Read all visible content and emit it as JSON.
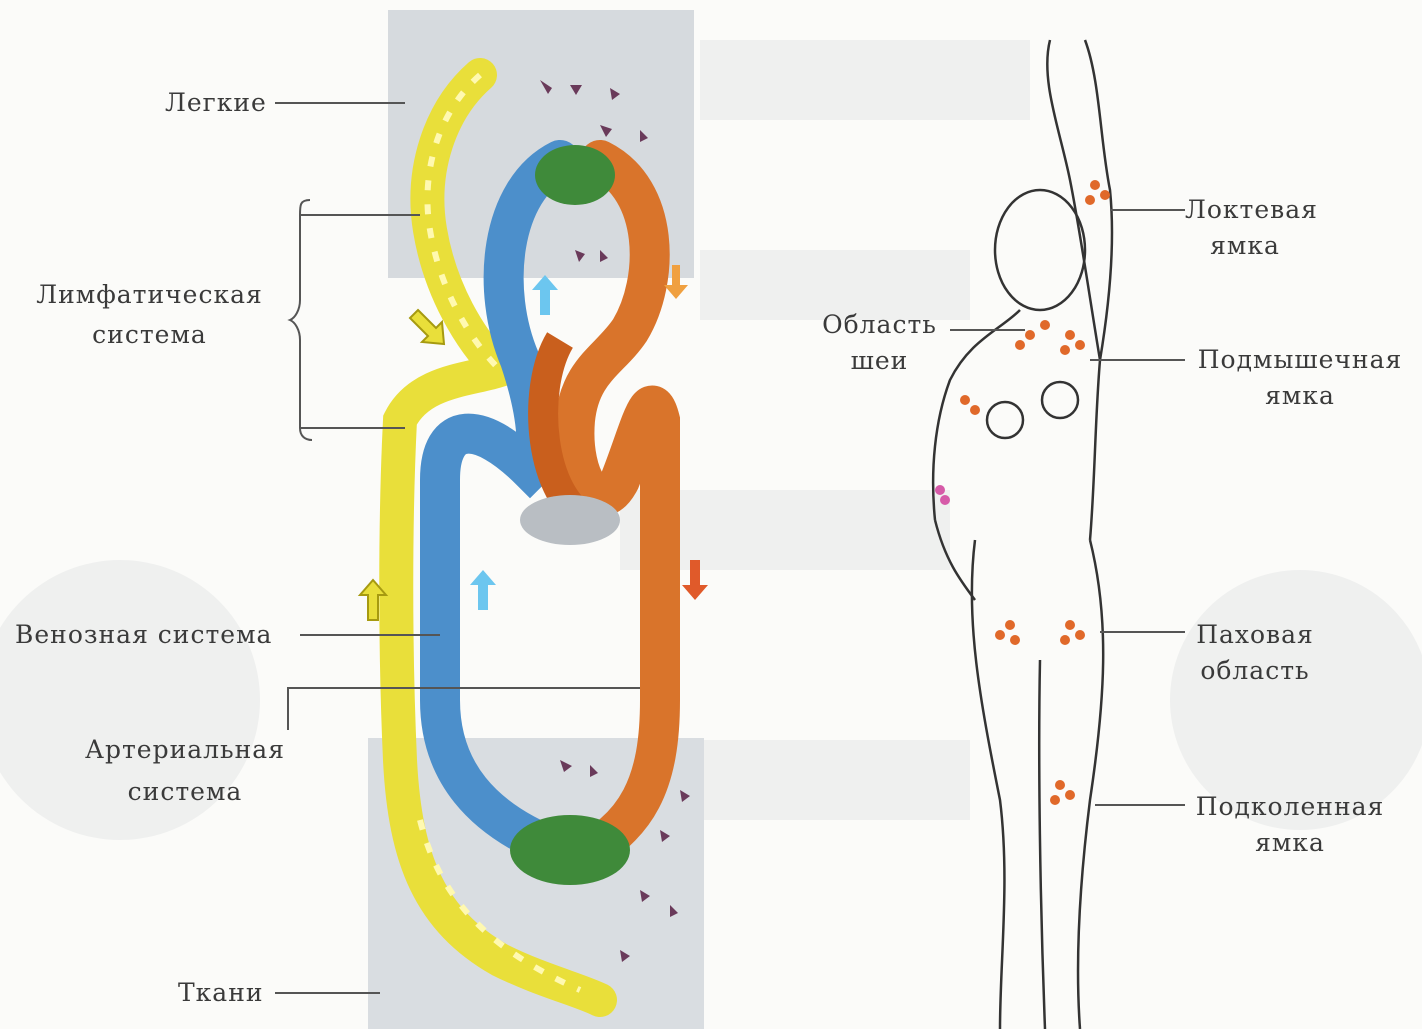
{
  "labels": {
    "lungs": "Легкие",
    "lymph_l1": "Лимфатическая",
    "lymph_l2": "система",
    "venous": "Венозная система",
    "arterial_l1": "Артериальная",
    "arterial_l2": "система",
    "tissues": "Ткани",
    "elbow_l1": "Локтевая",
    "elbow_l2": "ямка",
    "neck_l1": "Область",
    "neck_l2": "шеи",
    "axilla_l1": "Подмышечная",
    "axilla_l2": "ямка",
    "groin_l1": "Паховая",
    "groin_l2": "область",
    "popliteal_l1": "Подколенная",
    "popliteal_l2": "ямка"
  },
  "colors": {
    "lymph": "#e9df3a",
    "venous": "#4c8fcb",
    "arterial": "#d9742b",
    "capillary": "#3f8a3a",
    "tissue_bg": "#d6dade",
    "lymph_node": "#e0692a",
    "leader": "#555555"
  }
}
